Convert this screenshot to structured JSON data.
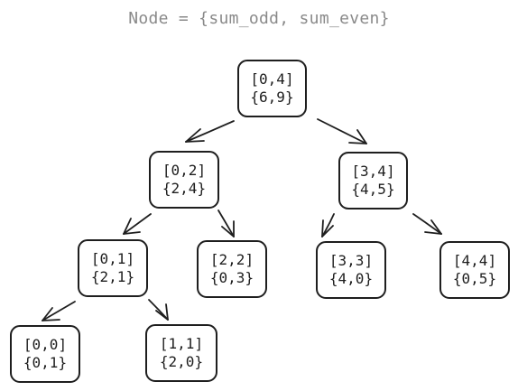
{
  "title": "Node = {sum_odd, sum_even}",
  "colors": {
    "stroke": "#1e1e1e",
    "title": "#8a8a8a",
    "background": "#ffffff"
  },
  "nodes": {
    "n04": {
      "range": "[0,4]",
      "sums": "{6,9}"
    },
    "n02": {
      "range": "[0,2]",
      "sums": "{2,4}"
    },
    "n34": {
      "range": "[3,4]",
      "sums": "{4,5}"
    },
    "n01": {
      "range": "[0,1]",
      "sums": "{2,1}"
    },
    "n22": {
      "range": "[2,2]",
      "sums": "{0,3}"
    },
    "n33": {
      "range": "[3,3]",
      "sums": "{4,0}"
    },
    "n44": {
      "range": "[4,4]",
      "sums": "{0,5}"
    },
    "n00": {
      "range": "[0,0]",
      "sums": "{0,1}"
    },
    "n11": {
      "range": "[1,1]",
      "sums": "{2,0}"
    }
  },
  "edges": [
    {
      "from": "n04",
      "to": "n02"
    },
    {
      "from": "n04",
      "to": "n34"
    },
    {
      "from": "n02",
      "to": "n01"
    },
    {
      "from": "n02",
      "to": "n22"
    },
    {
      "from": "n34",
      "to": "n33"
    },
    {
      "from": "n34",
      "to": "n44"
    },
    {
      "from": "n01",
      "to": "n00"
    },
    {
      "from": "n01",
      "to": "n11"
    }
  ]
}
